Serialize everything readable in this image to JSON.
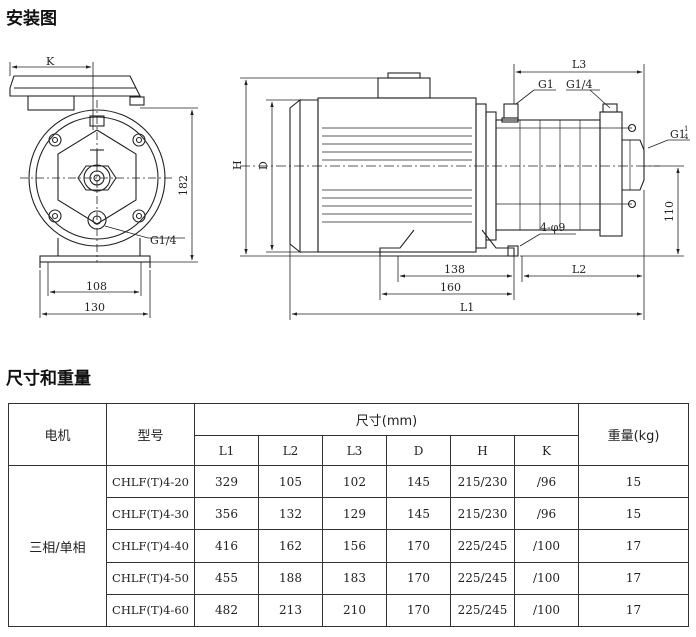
{
  "headings": {
    "install": "安装图",
    "specs": "尺寸和重量"
  },
  "drawing_labels": {
    "K": "K",
    "dim_182": "182",
    "G14_left": "G1/4",
    "dim_108": "108",
    "dim_130": "130",
    "H": "H",
    "D": "D",
    "L3": "L3",
    "G1": "G1",
    "G14_top": "G1/4",
    "G1q_main": "G1",
    "G1q_num": "1",
    "G1q_den": "4",
    "dim_110": "110",
    "holes": "4-φ9",
    "dim_138": "138",
    "dim_160": "160",
    "L2": "L2",
    "L1": "L1"
  },
  "table": {
    "col_motor": "电机",
    "col_model": "型号",
    "col_dims": "尺寸(mm)",
    "col_weight": "重量(kg)",
    "sub_headers": [
      "L1",
      "L2",
      "L3",
      "D",
      "H",
      "K"
    ],
    "motor_value": "三相/单相",
    "rows": [
      {
        "model": "CHLF(T)4-20",
        "L1": "329",
        "L2": "105",
        "L3": "102",
        "D": "145",
        "H": "215/230",
        "K": "/96",
        "weight": "15"
      },
      {
        "model": "CHLF(T)4-30",
        "L1": "356",
        "L2": "132",
        "L3": "129",
        "D": "145",
        "H": "215/230",
        "K": "/96",
        "weight": "15"
      },
      {
        "model": "CHLF(T)4-40",
        "L1": "416",
        "L2": "162",
        "L3": "156",
        "D": "170",
        "H": "225/245",
        "K": "/100",
        "weight": "17"
      },
      {
        "model": "CHLF(T)4-50",
        "L1": "455",
        "L2": "188",
        "L3": "183",
        "D": "170",
        "H": "225/245",
        "K": "/100",
        "weight": "17"
      },
      {
        "model": "CHLF(T)4-60",
        "L1": "482",
        "L2": "213",
        "L3": "210",
        "D": "170",
        "H": "225/245",
        "K": "/100",
        "weight": "17"
      }
    ]
  }
}
